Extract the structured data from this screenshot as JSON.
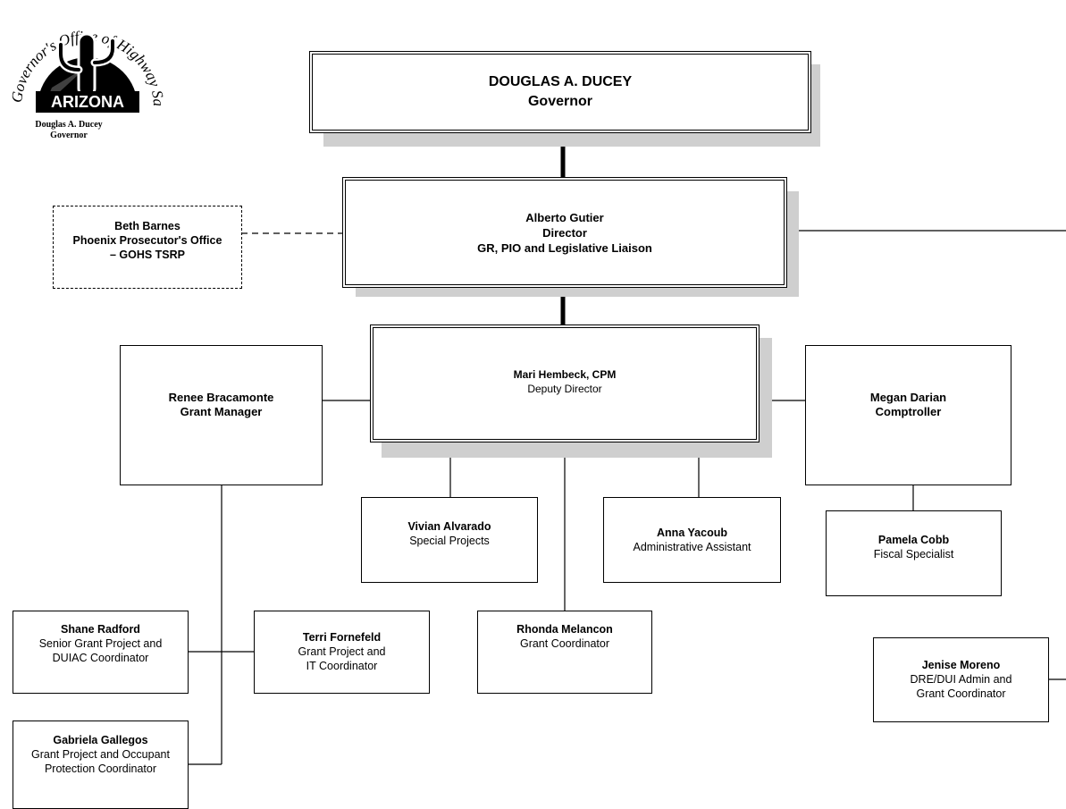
{
  "logo": {
    "arc_text": "Governor's Office of Highway Safety",
    "state": "ARIZONA",
    "name": "Douglas A. Ducey",
    "title": "Governor"
  },
  "governor": {
    "name": "DOUGLAS A. DUCEY",
    "title": "Governor"
  },
  "director": {
    "name": "Alberto Gutier",
    "title": "Director",
    "subtitle": "GR, PIO and Legislative Liaison"
  },
  "tsrp": {
    "name": "Beth Barnes",
    "line2": "Phoenix Prosecutor's Office",
    "line3": "– GOHS TSRP"
  },
  "deputy": {
    "name": "Mari Hembeck, CPM",
    "title": "Deputy Director"
  },
  "grant_manager": {
    "name": "Renee Bracamonte",
    "title": "Grant Manager"
  },
  "comptroller": {
    "name": "Megan Darian",
    "title": "Comptroller"
  },
  "special_projects": {
    "name": "Vivian Alvarado",
    "title": "Special Projects"
  },
  "admin_assistant": {
    "name": "Anna Yacoub",
    "title": "Administrative Assistant"
  },
  "fiscal": {
    "name": "Pamela Cobb",
    "title": "Fiscal Specialist"
  },
  "grant_coordinator": {
    "name": "Rhonda Melancon",
    "title": "Grant Coordinator"
  },
  "shane": {
    "name": "Shane Radford",
    "line2": "Senior Grant Project and",
    "line3": "DUIAC Coordinator"
  },
  "terri": {
    "name": "Terri Fornefeld",
    "line2": "Grant Project and",
    "line3": "IT Coordinator"
  },
  "gabriela": {
    "name": "Gabriela Gallegos",
    "line2": "Grant Project and Occupant",
    "line3": "Protection Coordinator"
  },
  "jenise": {
    "name": "Jenise Moreno",
    "line2": "DRE/DUI Admin and",
    "line3": "Grant Coordinator"
  }
}
